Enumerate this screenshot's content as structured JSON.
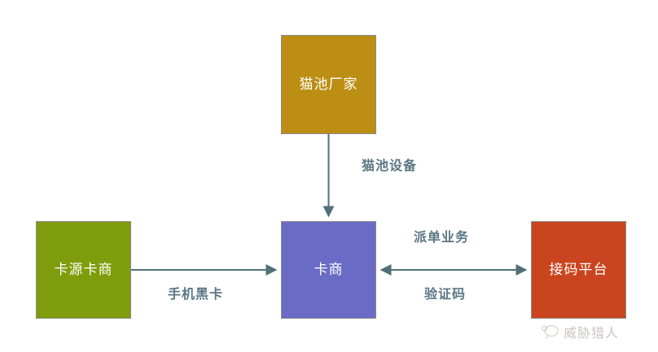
{
  "diagram": {
    "title": "",
    "background_color": "#ffffff",
    "nodes": [
      {
        "id": "maochi-changjia",
        "label": "猫池厂家",
        "color": "#bc8e14",
        "border_color": "#8a8a8a",
        "text_color": "#ffffff"
      },
      {
        "id": "kayuan-kashang",
        "label": "卡源卡商",
        "color": "#7f9c0d",
        "border_color": "#8a8a8a",
        "text_color": "#ffffff"
      },
      {
        "id": "kashang",
        "label": "卡商",
        "color": "#6a6bc4",
        "border_color": "#8a8a8a",
        "text_color": "#ffffff"
      },
      {
        "id": "jiema-pingtai",
        "label": "接码平台",
        "color": "#c9441f",
        "border_color": "#8a8a8a",
        "text_color": "#ffffff"
      }
    ],
    "edges": [
      {
        "id": "maochi-shebei",
        "from": "maochi-changjia",
        "to": "kashang",
        "label": "猫池设备",
        "direction": "down",
        "arrows": "single"
      },
      {
        "id": "shouji-heika",
        "from": "kayuan-kashang",
        "to": "kashang",
        "label": "手机黑卡",
        "direction": "right",
        "arrows": "single"
      },
      {
        "id": "paidan-yewu",
        "from": "kashang",
        "to": "jiema-pingtai",
        "label": "派单业务",
        "direction": "horizontal",
        "arrows": "double"
      },
      {
        "id": "yanzhengma",
        "from": "jiema-pingtai",
        "to": "kashang",
        "label": "验证码",
        "direction": "horizontal",
        "arrows": "double"
      }
    ],
    "edge_color": "#537078",
    "edge_label_color": "#5b7683"
  },
  "watermark": {
    "text": "威胁猎人",
    "icon": "speech-bubble-icon",
    "color": "#6b5a52"
  }
}
